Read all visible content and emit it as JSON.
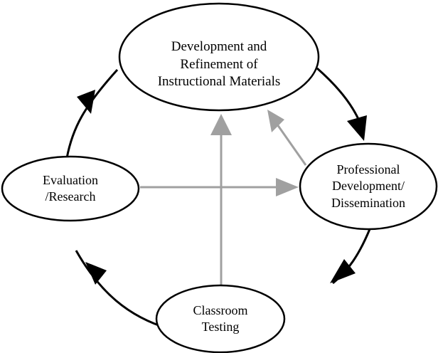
{
  "diagram": {
    "nodes": {
      "development": {
        "lines": [
          "Development and",
          "Refinement of",
          "Instructional Materials"
        ]
      },
      "professional": {
        "lines": [
          "Professional",
          "Development/",
          "Dissemination"
        ]
      },
      "evaluation": {
        "lines": [
          "Evaluation",
          "/Research"
        ]
      },
      "classroom": {
        "lines": [
          "Classroom",
          "Testing"
        ]
      }
    },
    "cycle_edges": [
      {
        "from": "development",
        "to": "professional"
      },
      {
        "from": "professional",
        "to": "classroom"
      },
      {
        "from": "classroom",
        "to": "evaluation"
      },
      {
        "from": "evaluation",
        "to": "development"
      }
    ],
    "cross_edges": [
      {
        "from": "evaluation",
        "to": "professional"
      },
      {
        "from": "classroom",
        "to": "development"
      },
      {
        "from": "professional",
        "to": "development"
      }
    ],
    "colors": {
      "cycle": "#000000",
      "cross": "#a0a0a0",
      "node_fill": "#ffffff",
      "node_stroke": "#000000"
    }
  }
}
